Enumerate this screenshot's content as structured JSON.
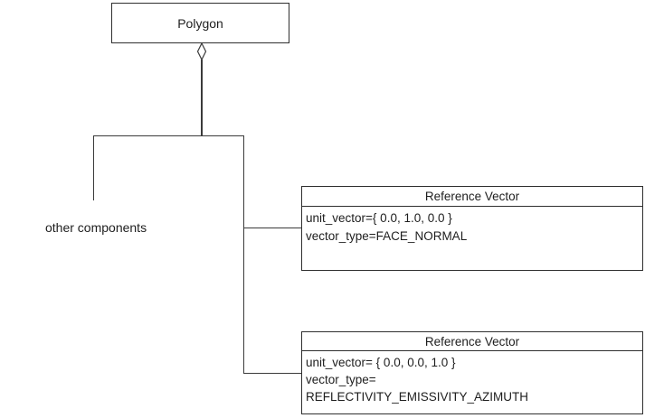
{
  "diagram": {
    "polygon": {
      "label": "Polygon"
    },
    "other_components": {
      "label": "other components"
    },
    "reference_vector_1": {
      "title": "Reference Vector",
      "attributes": [
        "unit_vector={ 0.0, 1.0, 0.0 }",
        "vector_type=FACE_NORMAL"
      ]
    },
    "reference_vector_2": {
      "title": "Reference Vector",
      "attributes": [
        "unit_vector= { 0.0, 0.0, 1.0 }",
        "vector_type=",
        "REFLECTIVITY_EMISSIVITY_AZIMUTH"
      ]
    },
    "relationship": {
      "type": "aggregation",
      "diamond_style": "hollow"
    },
    "colors": {
      "background": "#ffffff",
      "line": "#3a3a3a",
      "border": "#2f2f2f",
      "text": "#1e1e1e"
    }
  }
}
